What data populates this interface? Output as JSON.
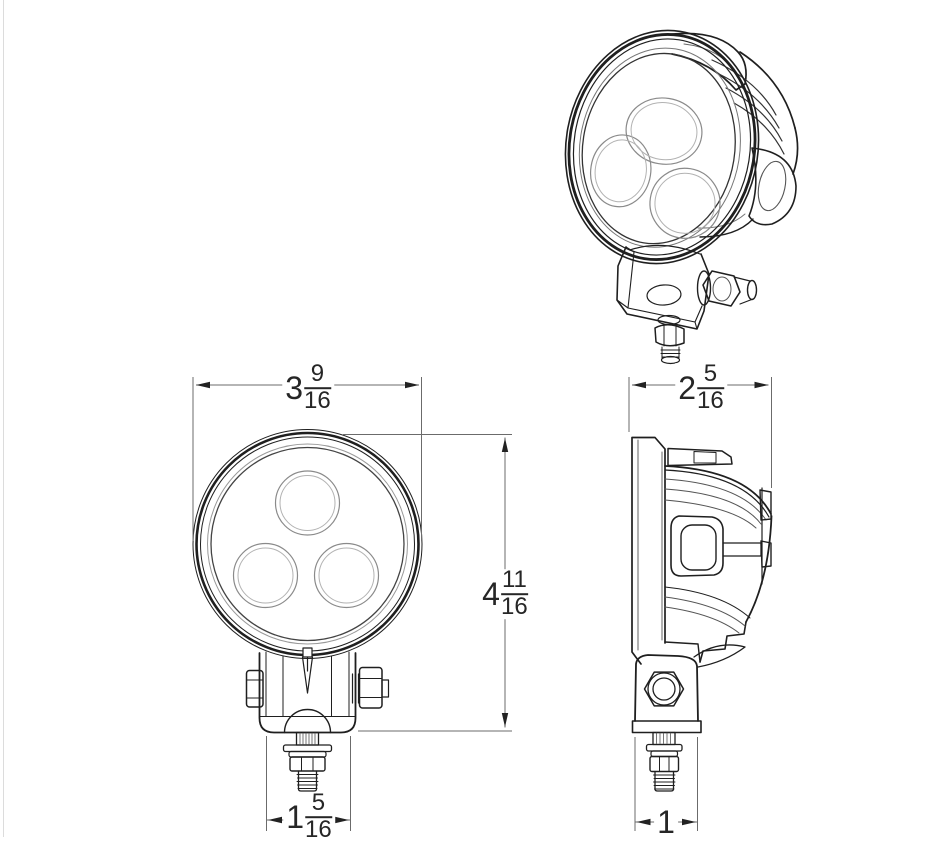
{
  "dimensions": {
    "front_width": {
      "whole": "3",
      "num": "9",
      "den": "16"
    },
    "front_height": {
      "whole": "4",
      "num": "11",
      "den": "16"
    },
    "front_bracket_width": {
      "whole": "1",
      "num": "5",
      "den": "16"
    },
    "side_depth": {
      "whole": "2",
      "num": "5",
      "den": "16"
    },
    "side_bracket_width": {
      "whole": "1"
    }
  },
  "colors": {
    "line": "#1f1f1f",
    "detail_line": "#555555",
    "light_line": "#999999",
    "dimension_line": "#6b6b6b",
    "background": "#ffffff"
  }
}
